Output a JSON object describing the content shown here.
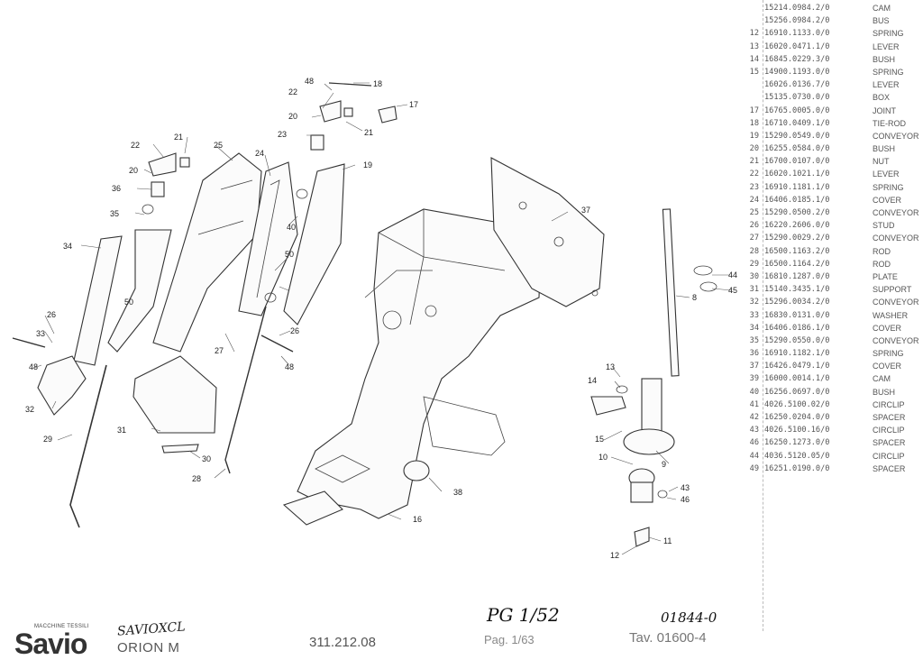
{
  "parts_list": [
    {
      "pos": "",
      "code": "15214.0984.2/0",
      "desc": "CAM"
    },
    {
      "pos": "",
      "code": "15256.0984.2/0",
      "desc": "BUS"
    },
    {
      "pos": "12",
      "code": "16910.1133.0/0",
      "desc": "SPRING"
    },
    {
      "pos": "13",
      "code": "16020.0471.1/0",
      "desc": "LEVER"
    },
    {
      "pos": "14",
      "code": "16845.0229.3/0",
      "desc": "BUSH"
    },
    {
      "pos": "15",
      "code": "14900.1193.0/0",
      "desc": "SPRING"
    },
    {
      "pos": "",
      "code": "16026.0136.7/0",
      "desc": "LEVER"
    },
    {
      "pos": "",
      "code": "15135.0730.0/0",
      "desc": "BOX"
    },
    {
      "pos": "17",
      "code": "16765.0005.0/0",
      "desc": "JOINT"
    },
    {
      "pos": "18",
      "code": "16710.0409.1/0",
      "desc": "TIE-ROD"
    },
    {
      "pos": "19",
      "code": "15290.0549.0/0",
      "desc": "CONVEYOR"
    },
    {
      "pos": "20",
      "code": "16255.0584.0/0",
      "desc": "BUSH"
    },
    {
      "pos": "21",
      "code": "16700.0107.0/0",
      "desc": "NUT"
    },
    {
      "pos": "22",
      "code": "16020.1021.1/0",
      "desc": "LEVER"
    },
    {
      "pos": "23",
      "code": "16910.1181.1/0",
      "desc": "SPRING"
    },
    {
      "pos": "24",
      "code": "16406.0185.1/0",
      "desc": "COVER"
    },
    {
      "pos": "25",
      "code": "15290.0500.2/0",
      "desc": "CONVEYOR"
    },
    {
      "pos": "26",
      "code": "16220.2606.0/0",
      "desc": "STUD"
    },
    {
      "pos": "27",
      "code": "15290.0029.2/0",
      "desc": "CONVEYOR"
    },
    {
      "pos": "28",
      "code": "16500.1163.2/0",
      "desc": "ROD"
    },
    {
      "pos": "29",
      "code": "16500.1164.2/0",
      "desc": "ROD"
    },
    {
      "pos": "30",
      "code": "16810.1287.0/0",
      "desc": "PLATE"
    },
    {
      "pos": "31",
      "code": "15140.3435.1/0",
      "desc": "SUPPORT"
    },
    {
      "pos": "32",
      "code": "15296.0034.2/0",
      "desc": "CONVEYOR"
    },
    {
      "pos": "33",
      "code": "16830.0131.0/0",
      "desc": "WASHER"
    },
    {
      "pos": "34",
      "code": "16406.0186.1/0",
      "desc": "COVER"
    },
    {
      "pos": "35",
      "code": "15290.0550.0/0",
      "desc": "CONVEYOR"
    },
    {
      "pos": "36",
      "code": "16910.1182.1/0",
      "desc": "SPRING"
    },
    {
      "pos": "37",
      "code": "16426.0479.1/0",
      "desc": "COVER"
    },
    {
      "pos": "39",
      "code": "16000.0014.1/0",
      "desc": "CAM"
    },
    {
      "pos": "40",
      "code": "16256.0697.0/0",
      "desc": "BUSH"
    },
    {
      "pos": "41",
      "code": "4026.5100.02/0",
      "desc": "CIRCLIP"
    },
    {
      "pos": "42",
      "code": "16250.0204.0/0",
      "desc": "SPACER"
    },
    {
      "pos": "43",
      "code": "4026.5100.16/0",
      "desc": "CIRCLIP"
    },
    {
      "pos": "46",
      "code": "16250.1273.0/0",
      "desc": "SPACER"
    },
    {
      "pos": "44",
      "code": "4036.5120.05/0",
      "desc": "CIRCLIP"
    },
    {
      "pos": "49",
      "code": "16251.0190.0/0",
      "desc": "SPACER"
    }
  ],
  "callouts": [
    "48",
    "18",
    "17",
    "22",
    "20",
    "21",
    "23",
    "22",
    "21",
    "20",
    "25",
    "24",
    "19",
    "36",
    "35",
    "40",
    "37",
    "34",
    "50",
    "26",
    "8",
    "44",
    "45",
    "33",
    "48",
    "50",
    "26",
    "27",
    "48",
    "13",
    "14",
    "15",
    "32",
    "29",
    "31",
    "30",
    "28",
    "10",
    "9",
    "43",
    "46",
    "38",
    "16",
    "11",
    "12"
  ],
  "footer": {
    "logo_tagline": "MACCHINE TESSILI",
    "logo_brand": "Savio",
    "handwritten_model": "SAVIOXCL",
    "model": "ORION M",
    "drawing_code": "311.212.08",
    "handwritten_page": "PG 1/52",
    "page": "Pag. 1/63",
    "handwritten_table": "01844-0",
    "table": "Tav. 01600-4"
  }
}
